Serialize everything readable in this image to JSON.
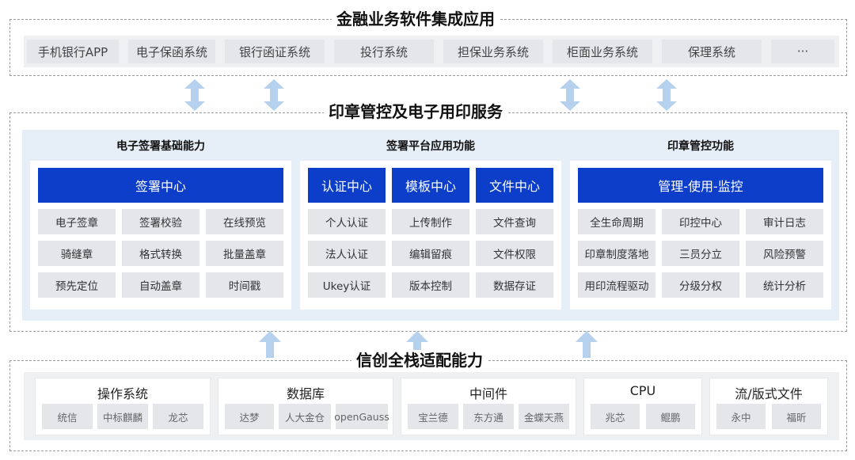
{
  "top": {
    "title": "金融业务软件集成应用",
    "items": [
      "手机银行APP",
      "电子保函系统",
      "银行函证系统",
      "投行系统",
      "担保业务系统",
      "柜面业务系统",
      "保理系统",
      "···"
    ]
  },
  "middle": {
    "title": "印章管控及电子用印服务",
    "panels": [
      {
        "title": "电子签署基础能力",
        "headers": [
          "签署中心"
        ],
        "cells": [
          "电子签章",
          "签署校验",
          "在线预览",
          "骑缝章",
          "格式转换",
          "批量盖章",
          "预先定位",
          "自动盖章",
          "时间戳"
        ]
      },
      {
        "title": "签署平台应用功能",
        "headers": [
          "认证中心",
          "模板中心",
          "文件中心"
        ],
        "cells": [
          "个人认证",
          "上传制作",
          "文件查询",
          "法人认证",
          "编辑留痕",
          "文件权限",
          "Ukey认证",
          "版本控制",
          "数据存证"
        ]
      },
      {
        "title": "印章管控功能",
        "headers": [
          "管理-使用-监控"
        ],
        "cells": [
          "全生命周期",
          "印控中心",
          "审计日志",
          "印章制度落地",
          "三员分立",
          "风险预警",
          "用印流程驱动",
          "分级分权",
          "统计分析"
        ]
      }
    ]
  },
  "bottom": {
    "title": "信创全栈适配能力",
    "groups": [
      {
        "title": "操作系统",
        "items": [
          "统信",
          "中标麒麟",
          "龙芯"
        ]
      },
      {
        "title": "数据库",
        "items": [
          "达梦",
          "人大金仓",
          "openGauss"
        ]
      },
      {
        "title": "中间件",
        "items": [
          "宝兰德",
          "东方通",
          "金蝶天燕"
        ]
      },
      {
        "title": "CPU",
        "items": [
          "兆芯",
          "鲲鹏"
        ]
      },
      {
        "title": "流/版式文件",
        "items": [
          "永中",
          "福昕"
        ]
      }
    ]
  },
  "colors": {
    "accent": "#0d3ec9",
    "panel_bg": "#e6eef7",
    "chip": "#e4e6ea",
    "arrow": "#b6d1ee"
  }
}
